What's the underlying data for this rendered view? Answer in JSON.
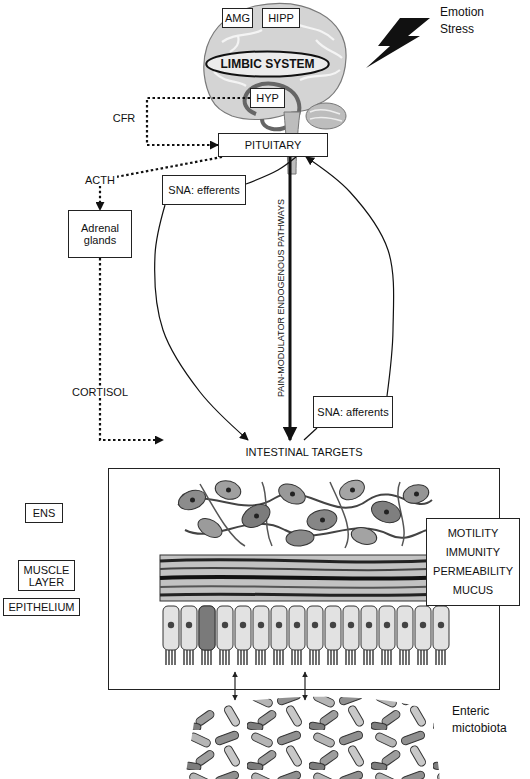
{
  "diagram": {
    "nodes": [
      {
        "text": [
          "AMG"
        ]
      },
      {
        "text": [
          "HIPP"
        ]
      },
      {
        "text": [
          "LIMBIC SYSTEM"
        ]
      },
      {
        "text": [
          "HYP"
        ]
      },
      {
        "text": [
          "PITUITARY"
        ]
      },
      {
        "text": [
          "SNA: efferents"
        ]
      },
      {
        "text": [
          "Adrenal glands"
        ]
      },
      {
        "text": [
          "SNA: afferents"
        ]
      },
      {
        "text": [
          "INTESTINAL TARGETS"
        ]
      },
      {
        "text": [
          "ENS"
        ]
      },
      {
        "text": [
          "MUSCLE LAYER"
        ]
      },
      {
        "text": [
          "EPITHELIUM"
        ]
      },
      {
        "text": [
          "MOTILITY IMMUNITY PERMEABILITY MUCUS"
        ]
      }
    ],
    "edges": [
      {
        "from": 3,
        "to": 4,
        "label": "CFR",
        "arrow": "to"
      },
      {
        "from": 4,
        "to": 6,
        "label": "ACTH",
        "arrow": "to"
      },
      {
        "from": 6,
        "to": 8,
        "label": "CORTISOL",
        "arrow": "to"
      },
      {
        "from": 4,
        "to": 5,
        "arrow": "none"
      },
      {
        "from": 5,
        "to": 8,
        "arrow": "to"
      },
      {
        "from": 8,
        "to": 7,
        "arrow": "none"
      },
      {
        "from": 7,
        "to": 4,
        "arrow": "to"
      },
      {
        "from": 4,
        "to": 8,
        "label": "PAIN-MODULATOR ENDOGENOUS PATHWAYS",
        "arrow": "to"
      }
    ],
    "labels": [
      "Emotion Stress",
      "Enteric mictobiota"
    ]
  }
}
